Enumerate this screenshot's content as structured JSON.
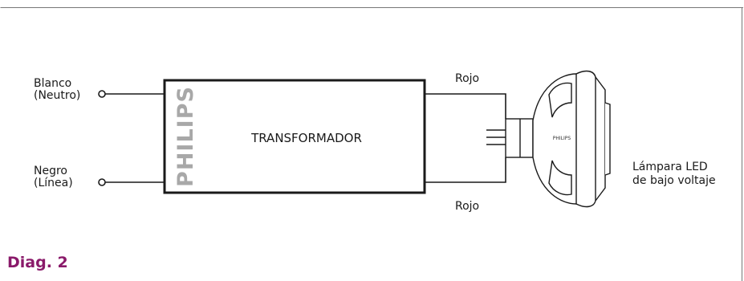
{
  "labels": {
    "white_wire": "Blanco",
    "white_wire_sub": "(Neutro)",
    "black_wire": "Negro",
    "black_wire_sub": "(Línea)",
    "red_top": "Rojo",
    "red_bottom": "Rojo",
    "lamp_line1": "Lámpara LED",
    "lamp_line2": "de bajo voltaje"
  },
  "transformer": {
    "brand": "PHILIPS",
    "title": "TRANSFORMADOR"
  },
  "lamp": {
    "brand": "PHILIPS"
  },
  "caption": "Diag. 2",
  "colors": {
    "caption": "#8a1a6a",
    "brand_gray": "#a8a8a8",
    "line": "#1a1a1a"
  }
}
